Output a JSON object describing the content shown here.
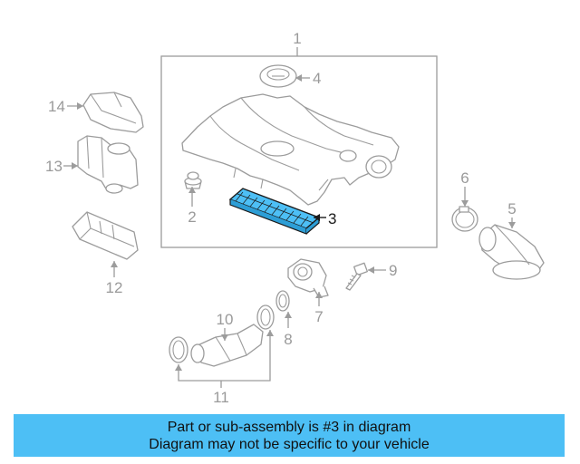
{
  "diagram": {
    "highlight_color": "#4dbff5",
    "selected_part": "3",
    "callouts": [
      {
        "id": "1",
        "label": "1",
        "part": "engine cover"
      },
      {
        "id": "2",
        "label": "2",
        "part": "grommet"
      },
      {
        "id": "3",
        "label": "3",
        "part": "air filter element",
        "highlighted": true
      },
      {
        "id": "4",
        "label": "4",
        "part": "emblem"
      },
      {
        "id": "5",
        "label": "5",
        "part": "intake hose"
      },
      {
        "id": "6",
        "label": "6",
        "part": "hose clamp"
      },
      {
        "id": "7",
        "label": "7",
        "part": "air flow meter"
      },
      {
        "id": "8",
        "label": "8",
        "part": "o-ring"
      },
      {
        "id": "9",
        "label": "9",
        "part": "bolt"
      },
      {
        "id": "10",
        "label": "10",
        "part": "intake duct"
      },
      {
        "id": "11",
        "label": "11",
        "part": "duct assembly"
      },
      {
        "id": "12",
        "label": "12",
        "part": "air guide"
      },
      {
        "id": "13",
        "label": "13",
        "part": "resonator"
      },
      {
        "id": "14",
        "label": "14",
        "part": "cover"
      }
    ]
  },
  "banner": {
    "line1": "Part or sub-assembly is #3 in diagram",
    "line2": "Diagram may not be specific to your vehicle",
    "background": "#4dbff5"
  }
}
